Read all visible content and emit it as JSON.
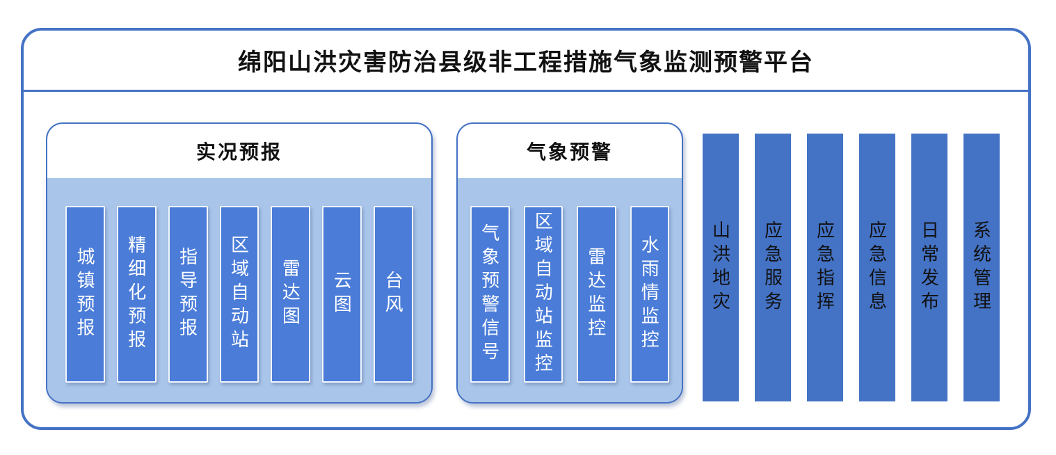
{
  "title": "绵阳山洪灾害防治县级非工程措施气象监测预警平台",
  "panels": [
    {
      "title": "实况预报",
      "items": [
        "城镇预报",
        "精细化预报",
        "指导预报",
        "区域自动站",
        "雷达图",
        "云图",
        "台风"
      ]
    },
    {
      "title": "气象预警",
      "items": [
        "气象预警信号",
        "区域自动站监控",
        "雷达监控",
        "水雨情监控"
      ]
    }
  ],
  "bars": [
    "山洪地灾",
    "应急服务",
    "应急指挥",
    "应急信息",
    "日常发布",
    "系统管理"
  ],
  "colors": {
    "frame_border": "#4472C4",
    "panel_fill": "#A9C5EA",
    "button_fill": "#4A7CD8",
    "bar_fill": "#4472C4",
    "button_text": "#FFFFFF",
    "bar_text": "#111111"
  }
}
